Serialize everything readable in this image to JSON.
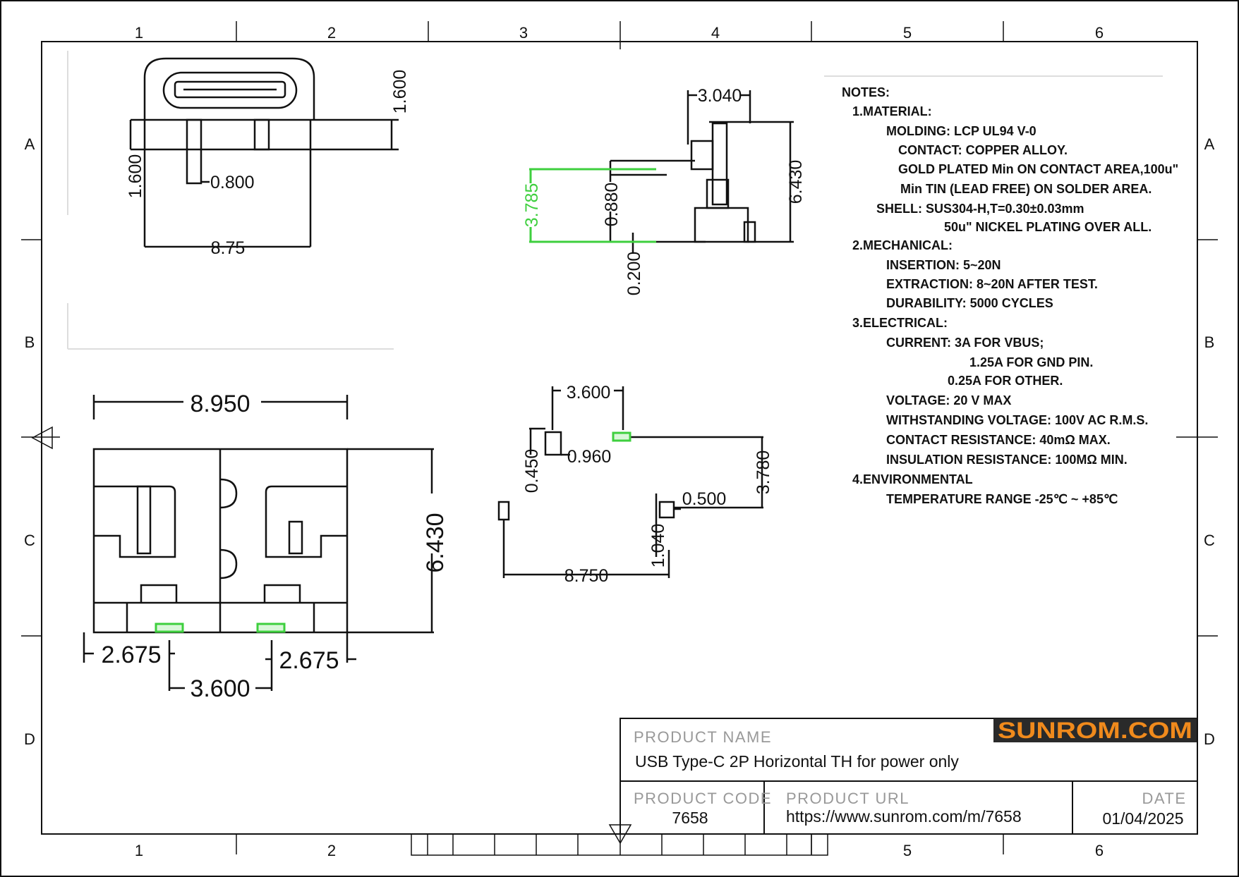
{
  "grid": {
    "columns": [
      "1",
      "2",
      "3",
      "4",
      "5",
      "6"
    ],
    "rows": [
      "A",
      "B",
      "C",
      "D"
    ]
  },
  "dimensions": {
    "front_height": "1.600",
    "front_pin_height": "1.600",
    "front_pin_width": "0.800",
    "front_width": "8.75",
    "side_top": "3.040",
    "side_height": "6.430",
    "side_green": "3.785",
    "side_inner": "0.880",
    "side_bottom": "0.200",
    "top_width": "8.950",
    "top_height": "6.430",
    "top_left": "2.675",
    "top_right": "2.675",
    "top_pitch": "3.600",
    "pcb_top": "3.600",
    "pcb_pad_h": "0.450",
    "pcb_pad_w": "0.960",
    "pcb_right": "3.780",
    "pcb_small": "0.500",
    "pcb_vert": "1.040",
    "pcb_width": "8.750"
  },
  "notes": [
    "NOTES:",
    "1.MATERIAL:",
    "MOLDING: LCP UL94 V-0",
    "CONTACT: COPPER ALLOY.",
    "GOLD PLATED Min ON CONTACT AREA,100u\"",
    "Min TIN (LEAD FREE) ON SOLDER AREA.",
    "SHELL: SUS304-H,T=0.30±0.03mm",
    "50u\" NICKEL PLATING OVER ALL.",
    "2.MECHANICAL:",
    "INSERTION: 5~20N",
    "EXTRACTION: 8~20N AFTER TEST.",
    "DURABILITY: 5000 CYCLES",
    "3.ELECTRICAL:",
    "CURRENT: 3A FOR VBUS;",
    "1.25A FOR GND PIN.",
    "0.25A FOR OTHER.",
    "VOLTAGE: 20 V MAX",
    "WITHSTANDING VOLTAGE: 100V AC R.M.S.",
    "CONTACT RESISTANCE: 40mΩ MAX.",
    "INSULATION RESISTANCE: 100MΩ MIN.",
    "4.ENVIRONMENTAL",
    "TEMPERATURE RANGE -25℃ ~ +85℃"
  ],
  "title_block": {
    "brand": "SUNROM.COM",
    "product_name_label": "PRODUCT NAME",
    "product_name": "USB Type-C 2P Horizontal TH for power only",
    "product_code_label": "PRODUCT CODE",
    "product_code": "7658",
    "product_url_label": "PRODUCT URL",
    "product_url": "https://www.sunrom.com/m/7658",
    "date_label": "DATE",
    "date": "01/04/2025"
  },
  "colors": {
    "line": "#111111",
    "highlight": "#3ecf3e",
    "brand_bg": "#2a2a2a",
    "brand_text": "#f08a1c"
  }
}
